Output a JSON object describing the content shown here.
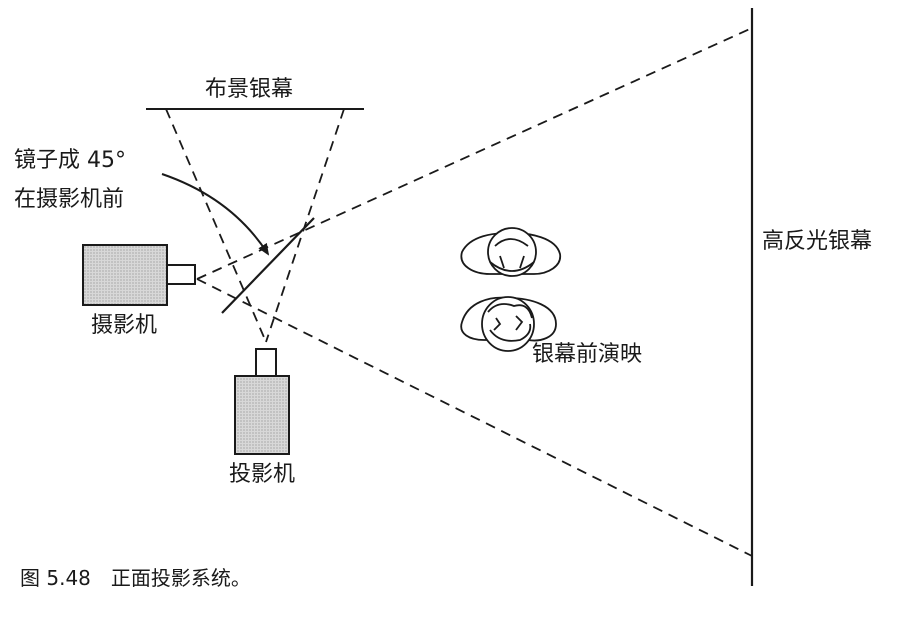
{
  "labels": {
    "background_screen": "布景银幕",
    "mirror_line1": "镜子成 45°",
    "mirror_line2": "在摄影机前",
    "camera": "摄影机",
    "projector": "投影机",
    "high_reflect_screen": "高反光银幕",
    "performance": "银幕前演映"
  },
  "caption": "图 5.48　正面投影系统。",
  "colors": {
    "ink": "#1a1a1a",
    "device_fill": "#dcdcdc",
    "background": "#ffffff"
  }
}
